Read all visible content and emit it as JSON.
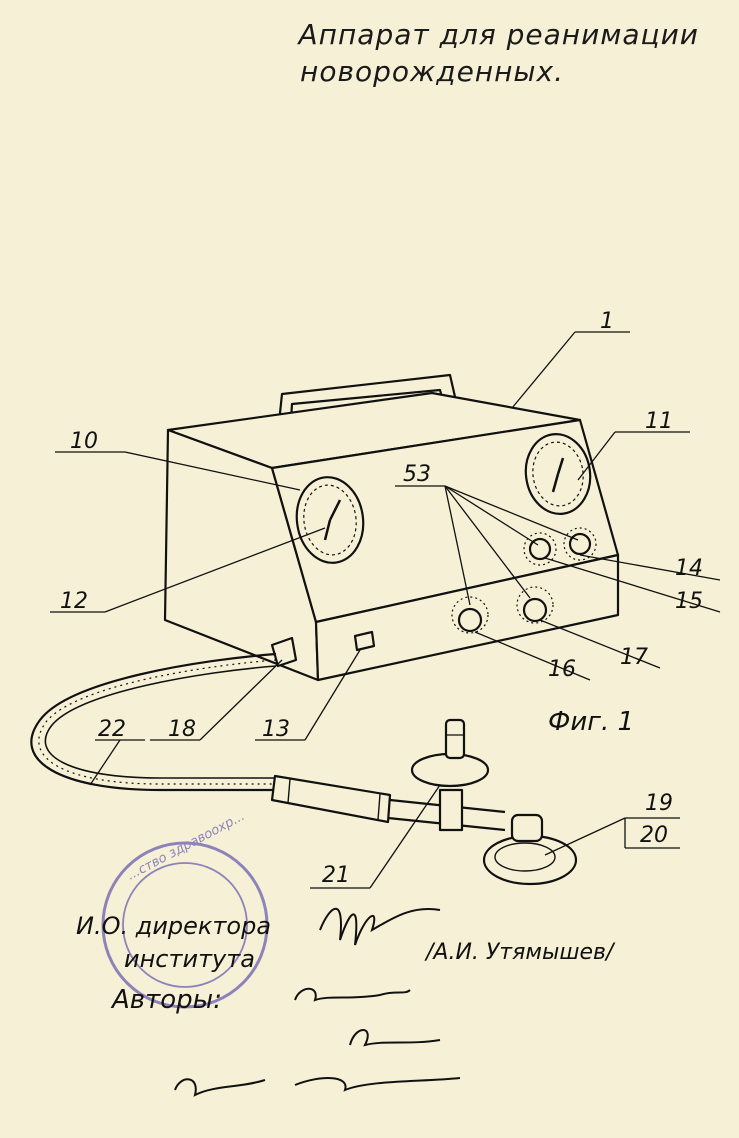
{
  "title": {
    "line1": "Аппарат для реанимации",
    "line2": "новорожденных."
  },
  "figure_label": "Фиг. 1",
  "callouts": {
    "c1": "1",
    "c10": "10",
    "c11": "11",
    "c12": "12",
    "c13": "13",
    "c14": "14",
    "c15": "15",
    "c16": "16",
    "c17": "17",
    "c18": "18",
    "c19": "19",
    "c20": "20",
    "c21": "21",
    "c22": "22",
    "c53": "53"
  },
  "signatures": {
    "acting_director_line1": "И.О. директора",
    "acting_director_line2": "института",
    "director_name": "/А.И. Утямышев/",
    "authors_label": "Авторы:"
  },
  "stamp": {
    "ring_text": "...ство здравоохр..."
  }
}
